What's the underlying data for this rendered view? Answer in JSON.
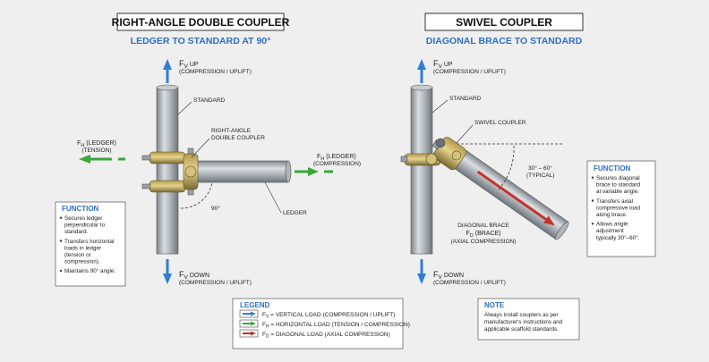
{
  "left": {
    "title": "RIGHT-ANGLE DOUBLE COUPLER",
    "subtitle": "LEDGER TO STANDARD AT 90°",
    "fv_up": {
      "sym": "F",
      "sub": "V",
      "dir": "UP",
      "note": "(COMPRESSION / UPLIFT)"
    },
    "fv_down": {
      "sym": "F",
      "sub": "V",
      "dir": "DOWN",
      "note": "(COMPRESSION / UPLIFT)"
    },
    "standard_label": "STANDARD",
    "coupler_label_1": "RIGHT-ANGLE",
    "coupler_label_2": "DOUBLE COUPLER",
    "fh_left": {
      "sym": "F",
      "sub": "H",
      "tag": "(LEDGER)",
      "note": "(TENSION)"
    },
    "fh_right": {
      "sym": "F",
      "sub": "H",
      "tag": "(LEDGER)",
      "note": "(COMPRESSION)"
    },
    "angle_label": "90°",
    "ledger_label": "LEDGER",
    "function": {
      "title": "FUNCTION",
      "items": [
        [
          "Secures ledger",
          "perpendicular to",
          "standard."
        ],
        [
          "Transfers horizontal",
          "loads in ledger",
          "(tension or",
          "compression)."
        ],
        [
          "Maintains 90° angle."
        ]
      ]
    }
  },
  "right": {
    "title": "SWIVEL COUPLER",
    "subtitle": "DIAGONAL BRACE TO STANDARD",
    "fv_up": {
      "sym": "F",
      "sub": "V",
      "dir": "UP",
      "note": "(COMPRESSION / UPLIFT)"
    },
    "fv_down": {
      "sym": "F",
      "sub": "V",
      "dir": "DOWN",
      "note": "(COMPRESSION / UPLIFT)"
    },
    "standard_label": "STANDARD",
    "coupler_label": "SWIVEL COUPLER",
    "angle_range": "30° – 60°",
    "angle_note": "(TYPICAL)",
    "brace_label": "DIAGONAL BRACE",
    "fd_label": {
      "sym": "F",
      "sub": "D",
      "tag": "(BRACE)"
    },
    "brace_note": "(AXIAL COMPRESSION)",
    "function": {
      "title": "FUNCTION",
      "items": [
        [
          "Secures diagonal",
          "brace to standard",
          "at variable angle."
        ],
        [
          "Transfers axial",
          "compressive load",
          "along brace."
        ],
        [
          "Allows angle",
          "adjustment",
          "typically 30°–60°."
        ]
      ]
    }
  },
  "legend": {
    "title": "LEGEND",
    "rows": [
      {
        "sym": "F",
        "sub": "V",
        "text": " = VERTICAL LOAD (COMPRESSION / UPLIFT)",
        "color": "#2f7fd0"
      },
      {
        "sym": "F",
        "sub": "H",
        "text": " = HORIZONTAL LOAD (TENSION / COMPRESSION)",
        "color": "#3aa83a"
      },
      {
        "sym": "F",
        "sub": "D",
        "text": " = DIAGONAL LOAD (AXIAL COMPRESSION)",
        "color": "#c8302a"
      }
    ]
  },
  "note": {
    "title": "NOTE",
    "lines": [
      "Always install couplers as per",
      "manufacturer's instructions and",
      "applicable scaffold standards."
    ]
  },
  "colors": {
    "blue": "#2f7fd0",
    "green": "#3aa83a",
    "red": "#c8302a",
    "heading_blue": "#2f6fc4"
  }
}
